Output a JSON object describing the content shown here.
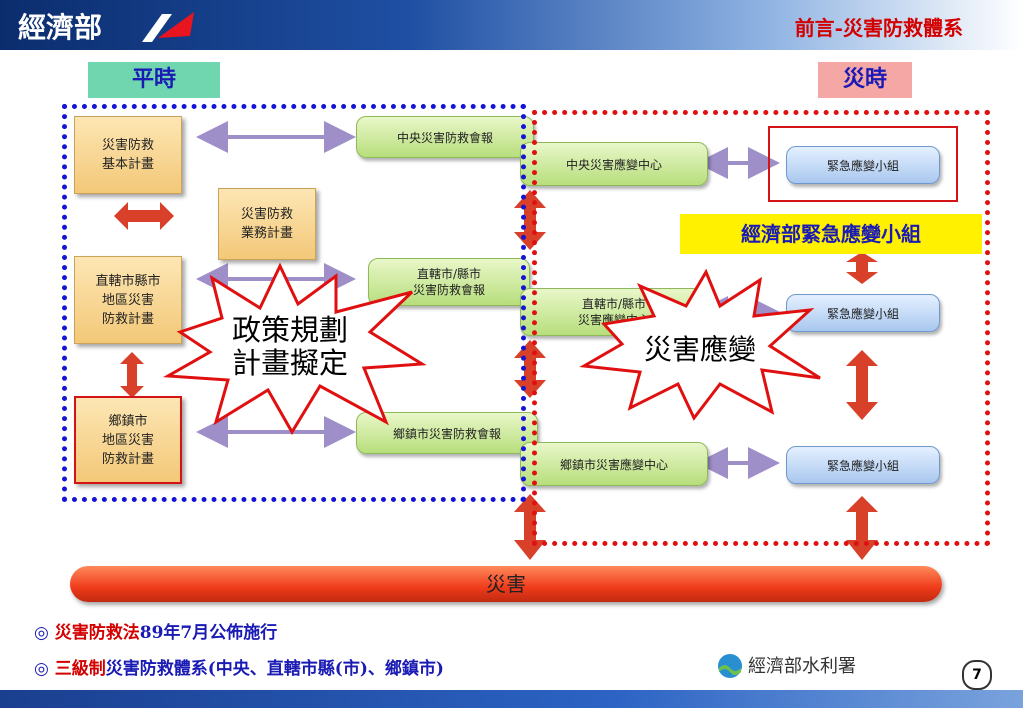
{
  "header": {
    "org": "經濟部",
    "title": "前言-災害防救體系"
  },
  "tags": {
    "peace": "平時",
    "disaster": "災時"
  },
  "folders": {
    "basic_plan": [
      "災害防救",
      "基本計畫"
    ],
    "business_plan": [
      "災害防救",
      "業務計畫"
    ],
    "city_plan": [
      "直轄市縣市",
      "地區災害",
      "防救計畫"
    ],
    "town_plan": [
      "鄉鎮市",
      "地區災害",
      "防救計畫"
    ]
  },
  "councils": {
    "central": "中央災害防救會報",
    "city": [
      "直轄市/縣市",
      "災害防救會報"
    ],
    "town": "鄉鎮市災害防救會報"
  },
  "centers": {
    "central": "中央災害應變中心",
    "city": [
      "直轄市/縣市",
      "災害應變中心"
    ],
    "town": "鄉鎮市災害應變中心"
  },
  "teams": {
    "central": "緊急應變小組",
    "city": "緊急應變小組",
    "town": "緊急應變小組"
  },
  "moea_team": "經濟部緊急應變小組",
  "bursts": {
    "policy": [
      "政策規劃",
      "計畫擬定"
    ],
    "response": "災害應變"
  },
  "disaster_bar": "災害",
  "notes": [
    {
      "red": "災害防救法",
      "rest": "89年7月公佈施行"
    },
    {
      "red": "三級制",
      "rest": "災害防救體系(中央、直轄市縣(市)、鄉鎮市)"
    }
  ],
  "footer": {
    "agency": "經濟部水利署",
    "page": "7"
  },
  "colors": {
    "peace_frame": "#1414d6",
    "disaster_frame": "#e01010",
    "folder": "#f3c878",
    "council": "#b7de7c",
    "team": "#a9c8ef"
  }
}
